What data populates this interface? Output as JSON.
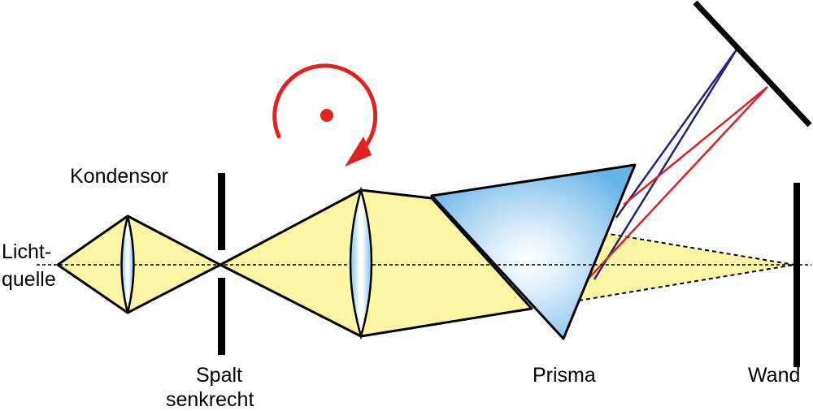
{
  "labels": {
    "light_source_line1": "Licht-",
    "light_source_line2": "quelle",
    "condenser": "Kondensor",
    "slit_line1": "Spalt",
    "slit_line2": "senkrecht",
    "prism": "Prisma",
    "wall": "Wand"
  },
  "colors": {
    "beam_fill": "#fbf5a4",
    "outline": "#000000",
    "rotation_arrow": "#e0221f",
    "red_ray": "#d8232a",
    "blue_ray": "#23237a",
    "prism_edge": "#5aaee6",
    "prism_center": "#ffffff",
    "lens_center": "#ffffff",
    "lens_edge": "#7cc0ea"
  },
  "icons": {
    "rotation": "rotation-arrow-icon"
  }
}
